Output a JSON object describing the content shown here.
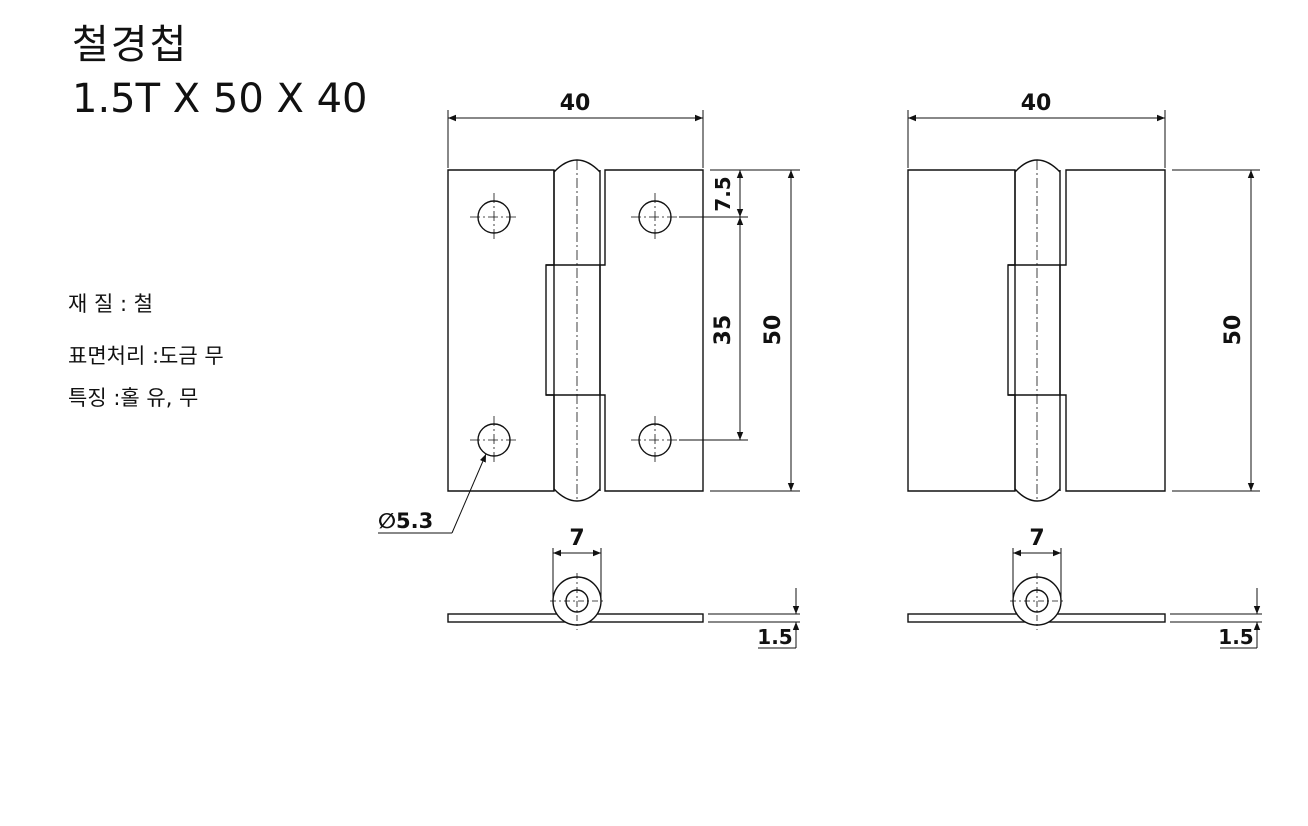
{
  "title": "철경첩",
  "size": "1.5T X 50 X 40",
  "specs": {
    "material": "재 질 : 철",
    "surface": "표면처리 :도금 무",
    "feature": "특징 :홀 유, 무"
  },
  "dimensions": {
    "left": {
      "width": "40",
      "top_offset": "7.5",
      "hole_pitch": "35",
      "height": "50",
      "hole_dia": "∅5.3",
      "pin_width": "7",
      "thickness": "1.5"
    },
    "right": {
      "width": "40",
      "height": "50",
      "pin_width": "7",
      "thickness": "1.5"
    }
  }
}
